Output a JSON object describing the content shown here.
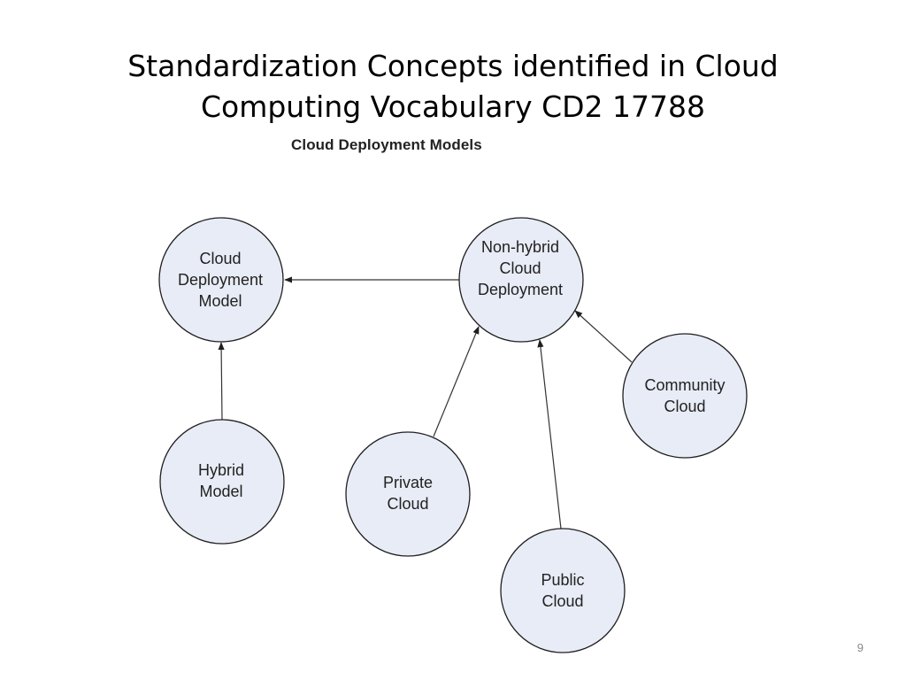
{
  "slide": {
    "title_line1": "Standardization Concepts identified in Cloud",
    "title_line2": "Computing Vocabulary CD2 17788",
    "page_number": "9"
  },
  "diagram": {
    "heading": "Cloud Deployment Models",
    "nodes": {
      "cloud_deployment_model": {
        "lines": [
          "Cloud",
          "Deployment",
          "Model"
        ]
      },
      "non_hybrid_cloud_deployment": {
        "lines": [
          "Non-hybrid",
          "Cloud",
          "Deployment"
        ]
      },
      "hybrid_model": {
        "lines": [
          "Hybrid",
          "Model"
        ]
      },
      "private_cloud": {
        "lines": [
          "Private",
          "Cloud"
        ]
      },
      "public_cloud": {
        "lines": [
          "Public",
          "Cloud"
        ]
      },
      "community_cloud": {
        "lines": [
          "Community",
          "Cloud"
        ]
      }
    },
    "edges": [
      {
        "from": "Non-hybrid Cloud Deployment",
        "to": "Cloud Deployment Model"
      },
      {
        "from": "Hybrid Model",
        "to": "Cloud Deployment Model"
      },
      {
        "from": "Private Cloud",
        "to": "Non-hybrid Cloud Deployment"
      },
      {
        "from": "Public Cloud",
        "to": "Non-hybrid Cloud Deployment"
      },
      {
        "from": "Community Cloud",
        "to": "Non-hybrid Cloud Deployment"
      }
    ],
    "colors": {
      "node_fill": "#e8ecf6",
      "node_stroke": "#1f1f1f",
      "edge": "#333333"
    }
  }
}
